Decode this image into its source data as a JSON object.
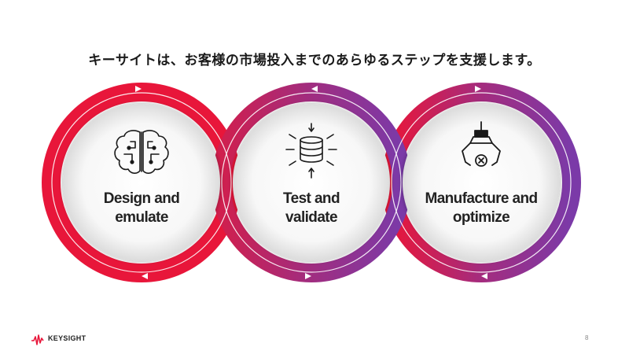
{
  "title": "キーサイトは、お客様の市場投入までのあらゆるステップを支援します。",
  "steps": [
    {
      "line1": "Design and",
      "line2": "emulate",
      "icon": "brain-circuit-icon"
    },
    {
      "line1": "Test and",
      "line2": "validate",
      "icon": "database-arrows-icon"
    },
    {
      "line1": "Manufacture and",
      "line2": "optimize",
      "icon": "robotic-claw-icon"
    }
  ],
  "colors": {
    "red": "#e8163a",
    "magenta": "#b0307a",
    "purple": "#7b3aa8"
  },
  "footer": {
    "brand": "KEYSIGHT",
    "page_number": "8"
  }
}
